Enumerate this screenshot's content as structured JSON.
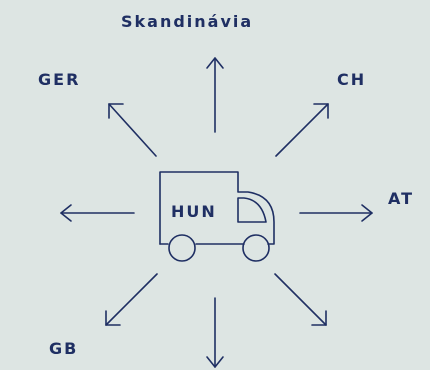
{
  "colors": {
    "background": "#dde5e3",
    "ink": "#1f2f63"
  },
  "center": {
    "label": "HUN",
    "icon": "truck-icon"
  },
  "destinations": {
    "north": "Skandinávia",
    "northwest": "GER",
    "northeast": "CH",
    "east": "AT",
    "southwest": "GB"
  }
}
